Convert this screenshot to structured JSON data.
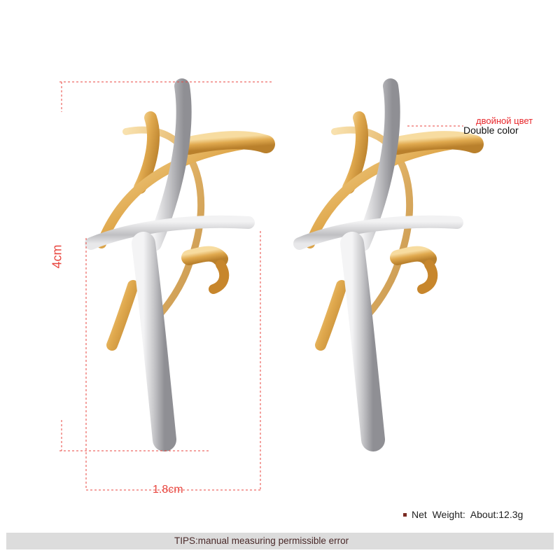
{
  "dimensions": {
    "height_label": "4cm",
    "width_label": "1.8cm"
  },
  "annotation": {
    "color_ru": "двойной цвет",
    "color_en": "Double color"
  },
  "weight": {
    "label": "Net  Weight:",
    "value": "About:12.3g"
  },
  "tips": {
    "text": "TIPS:manual measuring permissible error"
  },
  "colors": {
    "dimension_line": "#e8463f",
    "gold": "#e3b35c",
    "silver": "#c9c9cc",
    "tips_bar": "#dcdcdc",
    "bullet": "#7a2a22"
  }
}
